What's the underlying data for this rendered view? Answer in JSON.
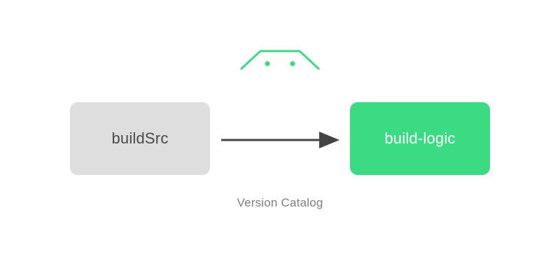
{
  "diagram": {
    "background_color": "#ffffff",
    "brand_icon": {
      "name": "android-head-icon",
      "color": "#3bdb84"
    },
    "nodes": [
      {
        "id": "source",
        "label": "buildSrc",
        "background_color": "#dedede",
        "text_color": "#4a4a4a"
      },
      {
        "id": "target",
        "label": "build-logic",
        "background_color": "#3bdb84",
        "text_color": "#ffffff"
      }
    ],
    "edge": {
      "label": "Version Catalog",
      "color": "#444444",
      "label_color": "#808080",
      "direction": "source-to-target"
    }
  }
}
